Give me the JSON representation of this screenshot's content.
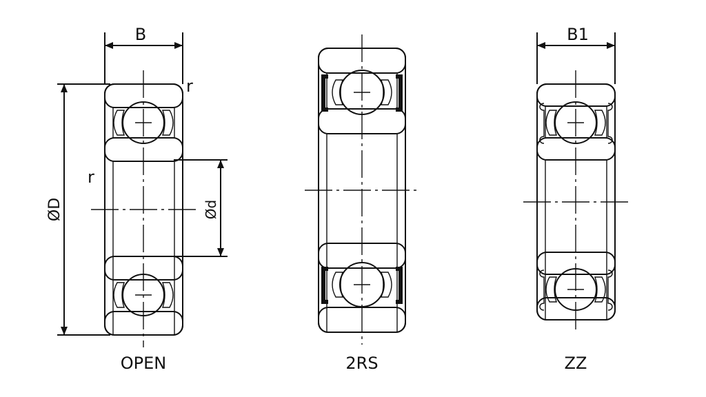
{
  "diagram": {
    "bearings": [
      {
        "id": "open",
        "caption": "OPEN"
      },
      {
        "id": "2rs",
        "caption": "2RS"
      },
      {
        "id": "zz",
        "caption": "ZZ"
      }
    ],
    "dimensions": {
      "width": "B",
      "width_shielded": "B1",
      "outer_diameter": "ØD",
      "bore_diameter": "Ød",
      "radius": "r"
    },
    "colors": {
      "line": "#111111",
      "background": "#ffffff"
    }
  }
}
